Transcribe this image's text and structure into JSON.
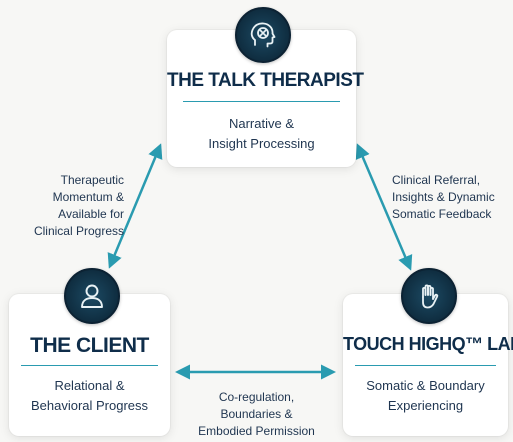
{
  "nodes": {
    "therapist": {
      "title": "THE TALK THERAPIST",
      "text": "Narrative &\nInsight Processing",
      "icon": "head-brain-icon"
    },
    "client": {
      "title": "THE CLIENT",
      "text": "Relational &\nBehavioral Progress",
      "icon": "person-icon"
    },
    "lab": {
      "title": "TOUCH HIGHQ™ LAB",
      "text": "Somatic & Boundary\nExperiencing",
      "icon": "hand-icon"
    }
  },
  "edges": {
    "client_therapist": "Therapeutic\nMomentum &\nAvailable for\nClinical Progress",
    "therapist_lab": "Clinical Referral,\nInsights & Dynamic\nSomatic Feedback",
    "client_lab": "Co-regulation,\nBoundaries &\nEmbodied Permission"
  },
  "colors": {
    "accent": "#2a9bb0",
    "title": "#0f2d4a",
    "icon_bg": "#0f2d40"
  }
}
